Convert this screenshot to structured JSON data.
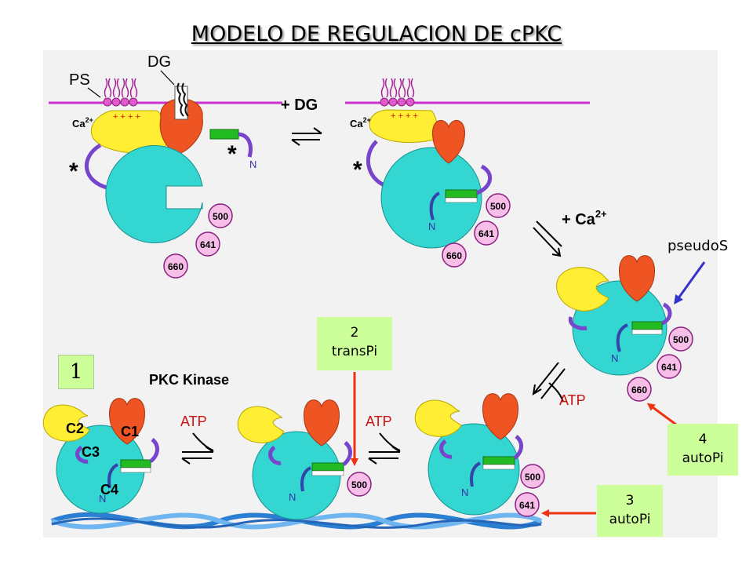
{
  "title": "MODELO DE REGULACION DE cPKC",
  "diagram": {
    "ps_label": "PS",
    "dg_label": "DG",
    "plus_dg": "+ DG",
    "ca_label": "Ca",
    "ca_sup": "2+",
    "plus_ca": "+ Ca",
    "plus_ca_sup": "2+",
    "charges": "+ + + +",
    "star": "*",
    "n_label": "N",
    "site_500": "500",
    "site_641": "641",
    "site_660": "660",
    "atp": "ATP",
    "pkc_kinase": "PKC Kinase",
    "c2": "C2",
    "c1": "C1",
    "c3": "C3",
    "c4": "C4"
  },
  "annotations": {
    "box1": "1",
    "box2_line1": "2",
    "box2_line2": "transPi",
    "box3_line1": "3",
    "box3_line2": "autoPi",
    "box4_line1": "4",
    "box4_line2": "autoPi",
    "pseudo": "pseudoS"
  },
  "colors": {
    "membrane": "#cc33cc",
    "catalytic": "#33d6d0",
    "c2_domain": "#ffee33",
    "c1_domain": "#ee5522",
    "pseudosubstrate": "#22bb22",
    "linker": "#7744cc",
    "site_fill": "#f7bfe8",
    "arrow_red": "#ee3311",
    "arrow_blue": "#3333cc",
    "label_bg": "#ccff99"
  }
}
